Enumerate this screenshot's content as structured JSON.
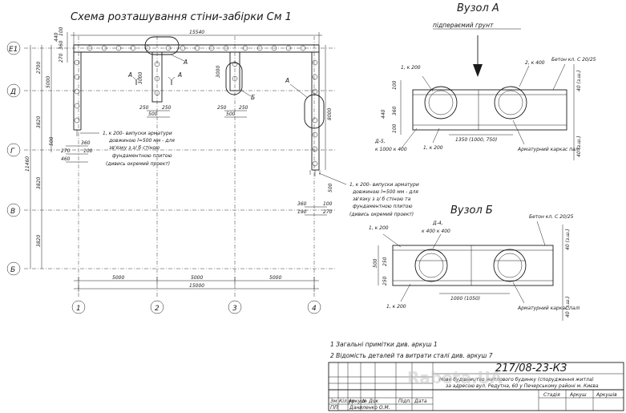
{
  "main_title": "Схема розташування стіни-забірки См 1",
  "node_a": {
    "title": "Вузол А",
    "subtitle": "підпераємий грунт",
    "lbl_1_x200": "1, к 200",
    "lbl_2_x400": "2, к 400",
    "concrete": "Бетон кл. С 20/25",
    "d5": "Д-5,",
    "d5_size": "к 1000 к 400",
    "dim_1350": "1350 (1000, 750)",
    "lbl_1_x200_b": "1, к 200",
    "cage": "Арматурний каркас палі",
    "dims_left": [
      "100",
      "440",
      "360",
      "100"
    ],
    "dims_right": [
      "40 (з.ш.)",
      "40 (з.ш.)"
    ]
  },
  "node_b": {
    "title": "Вузол Б",
    "lbl_1_x200": "1, к 200",
    "d4": "Д-4,",
    "d4_size": "к 400 к 400",
    "concrete": "Бетон кл. С 20/25",
    "dim_1000": "1000 (1050)",
    "lbl_1_x200_b": "1, к 200",
    "cage": "Арматурний каркас палі",
    "dims_left": [
      "500",
      "250",
      "250"
    ],
    "dims_right": [
      "40 (з.ш.)",
      "40 (з.ш.)"
    ]
  },
  "plan": {
    "axes_rows": [
      "Е1",
      "Д",
      "Г",
      "В",
      "Б"
    ],
    "axes_cols": [
      "1",
      "2",
      "3",
      "4"
    ],
    "dim_top": "15540",
    "dims_bottom": [
      "5000",
      "5000",
      "5000"
    ],
    "dim_total": "15000",
    "left_dims": [
      "2700",
      "5000",
      "3820",
      "11460",
      "3820",
      "3820"
    ],
    "top_small": [
      "440",
      "100",
      "360",
      "270"
    ],
    "callout_a": "А",
    "callout_b": "Б",
    "section_a": "А",
    "dim_3000": "3000",
    "dims_250": [
      "250",
      "250",
      "250",
      "250"
    ],
    "dims_500": [
      "500",
      "500"
    ],
    "dim_8000": "8000",
    "dims_mid_left": [
      "360",
      "270",
      "460",
      "100",
      "500"
    ],
    "dims_right_small": [
      "360",
      "190",
      "100",
      "270",
      "500"
    ],
    "note_1_lines": [
      "1, к 200- випуски арматури",
      "довжиною l=500 мм - для",
      "зв'язку з з/ б стіною",
      "фундаментною плитою",
      "(дивись окремий проект)"
    ],
    "note_2_lines": [
      "1, к 200- випуски арматури",
      "довжиною l=500 мм - для",
      "зв'язку з з/ б стіною та",
      "фундаментною плитою",
      "(дивись окремий проект)"
    ]
  },
  "notes": [
    "1  Загальні примітки див. аркуш 1",
    "2  Відомість деталей та витрати сталі див. аркуш 7"
  ],
  "stamp": {
    "code": "217/08-23-КЗ",
    "desc_1": "Нове будівництво житлового будинку (спорудження житла)",
    "desc_2": "за адресою вул. Редутна, 60 у Печерському районі м. Києва",
    "head": [
      "Зм",
      "Кіл.уч",
      "Аркуш",
      "№ Док",
      "Підп.",
      "Дата"
    ],
    "row_gip": [
      "ГІП",
      "Даниленко О.М."
    ],
    "stage": "Стадія",
    "sheet": "Аркуш",
    "sheets": "Аркушів"
  },
  "watermark": "Rabota.UA"
}
